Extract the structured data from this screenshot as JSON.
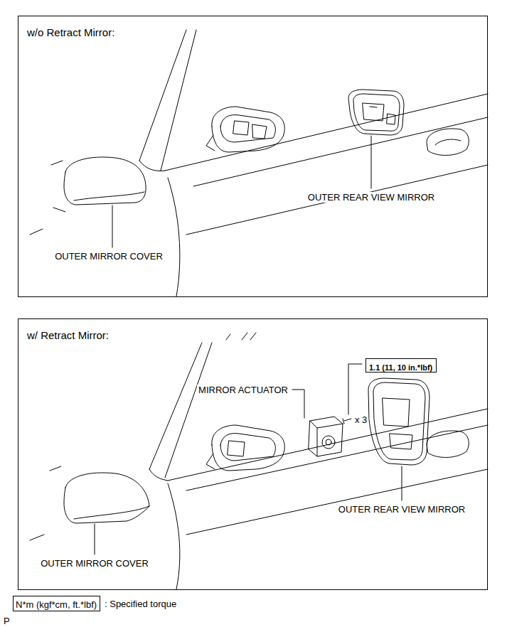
{
  "diagram": {
    "nodes": [
      {
        "text": [
          "w/o Retract Mirror:"
        ]
      },
      {
        "text": [
          "w/ Retract Mirror:"
        ]
      },
      {
        "text": [
          "1.1 (11, 10 in.*lbf)"
        ],
        "in": 1
      },
      {
        "text": [
          "N*m (kgf*cm, ft.*lbf)"
        ]
      }
    ],
    "labels": [
      "OUTER MIRROR COVER",
      "OUTER REAR VIEW MIRROR",
      "MIRROR ACTUATOR",
      "x 3",
      "OUTER REAR VIEW MIRROR",
      "OUTER MIRROR COVER",
      ": Specified torque",
      "P"
    ]
  }
}
